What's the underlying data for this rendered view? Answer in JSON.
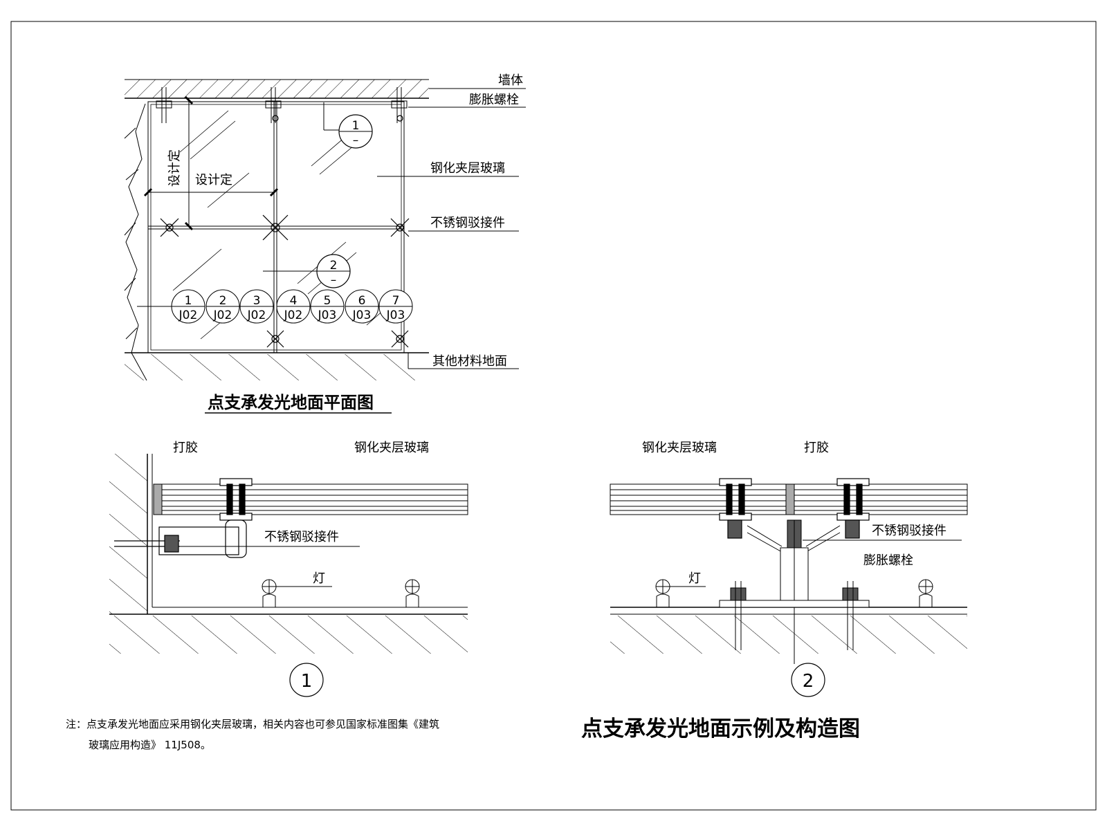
{
  "plan": {
    "title": "点支承发光地面平面图",
    "labels": {
      "wall": "墙体",
      "bolt": "膨胀螺栓",
      "glass": "钢化夹层玻璃",
      "connector": "不锈钢驳接件",
      "floor": "其他材料地面",
      "dim_vertical": "设计定",
      "dim_horizontal": "设计定"
    },
    "section_refs": [
      {
        "num": "1",
        "sub": "–"
      },
      {
        "num": "2",
        "sub": "–"
      }
    ],
    "detail_bubbles": [
      {
        "num": "1",
        "sheet": "J02"
      },
      {
        "num": "2",
        "sheet": "J02"
      },
      {
        "num": "3",
        "sheet": "J02"
      },
      {
        "num": "4",
        "sheet": "J02"
      },
      {
        "num": "5",
        "sheet": "J03"
      },
      {
        "num": "6",
        "sheet": "J03"
      },
      {
        "num": "7",
        "sheet": "J03"
      }
    ]
  },
  "section1": {
    "number": "1",
    "labels": {
      "glue": "打胶",
      "glass": "钢化夹层玻璃",
      "connector": "不锈钢驳接件",
      "lamp": "灯"
    }
  },
  "section2": {
    "number": "2",
    "labels": {
      "glass": "钢化夹层玻璃",
      "glue": "打胶",
      "connector": "不锈钢驳接件",
      "bolt": "膨胀螺栓",
      "lamp": "灯"
    }
  },
  "note": {
    "line1": "注：点支承发光地面应采用钢化夹层玻璃，相关内容也可参见国家标准图集《建筑",
    "line2": "玻璃应用构造》 11J508。"
  },
  "main_title": "点支承发光地面示例及构造图"
}
